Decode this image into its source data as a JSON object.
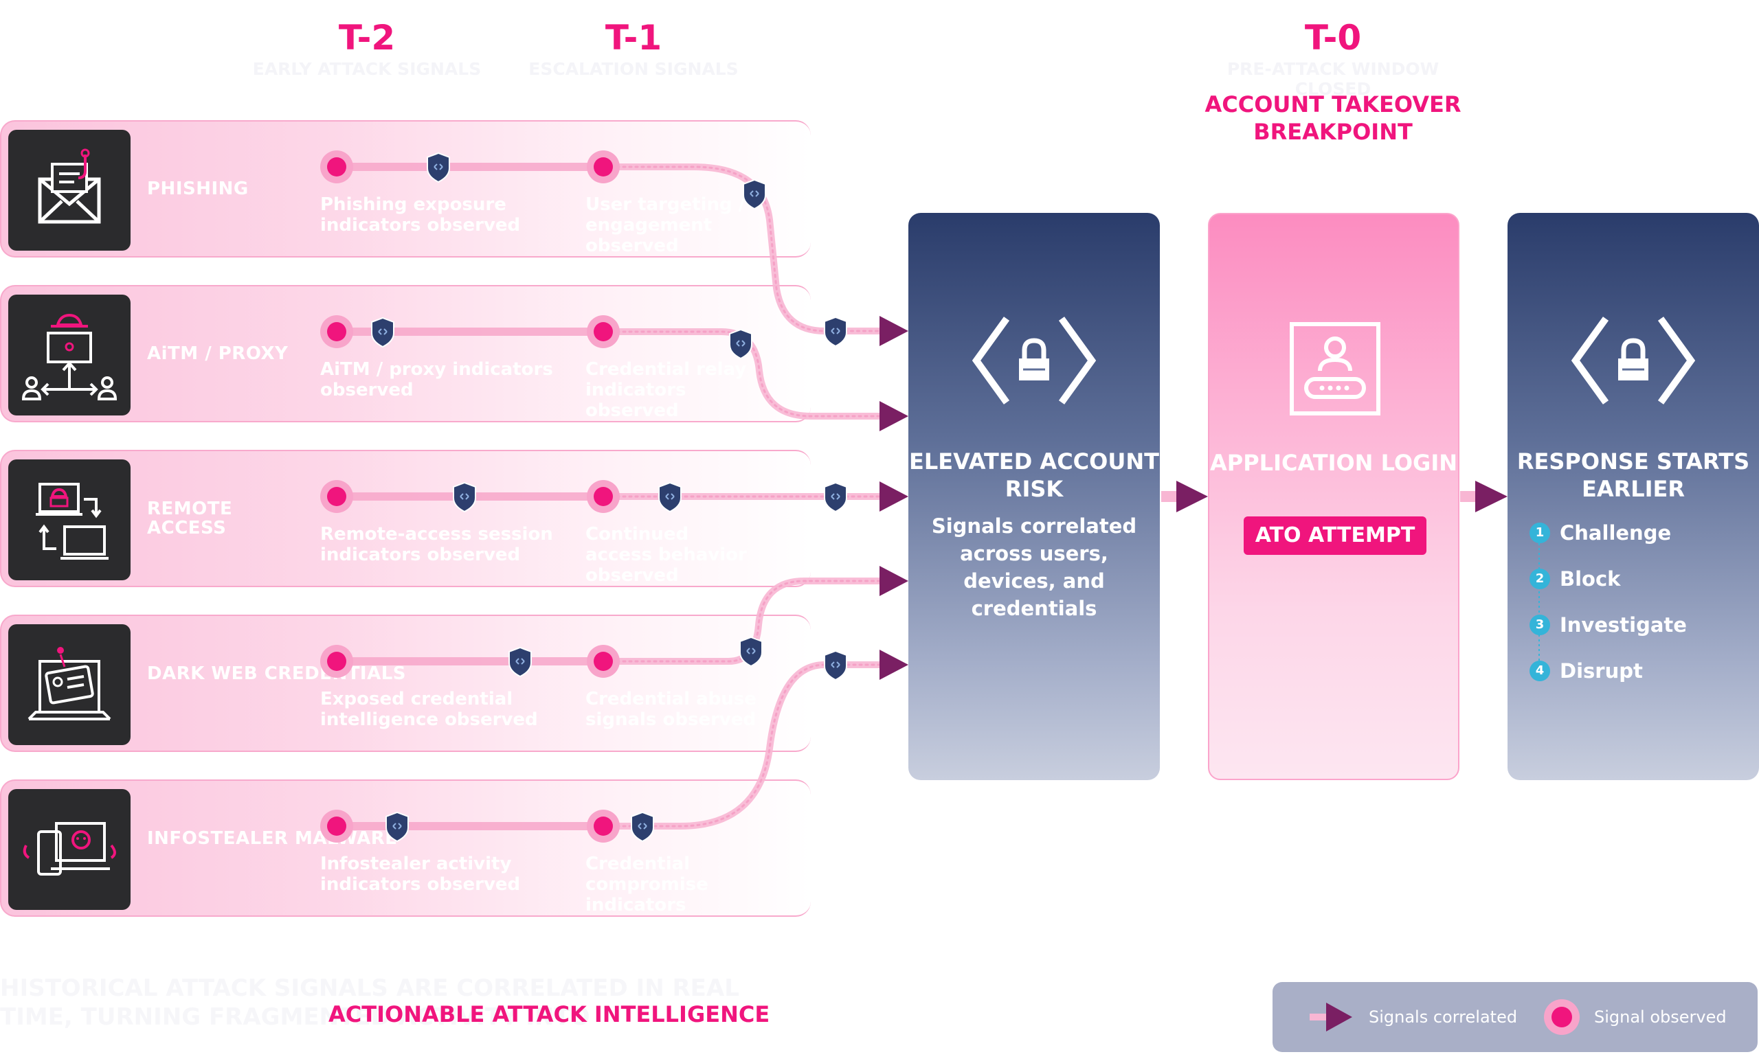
{
  "timeline": {
    "t2": {
      "label": "T-2",
      "sub": "EARLY ATTACK SIGNALS"
    },
    "t1": {
      "label": "T-1",
      "sub": "ESCALATION SIGNALS"
    },
    "t0": {
      "label": "T-0",
      "sub": "PRE-ATTACK WINDOW CLOSED",
      "breakpoint": "ACCOUNT TAKEOVER BREAKPOINT"
    }
  },
  "lanes": [
    {
      "title": "PHISHING",
      "caption_t2": "Phishing exposure indicators observed",
      "caption_t1": "User targeting / engagement observed",
      "icon": "phishing-email-icon"
    },
    {
      "title": "AiTM / PROXY",
      "caption_t2": "AiTM / proxy indicators observed",
      "caption_t1": "Credential relay indicators observed",
      "icon": "aitm-proxy-icon"
    },
    {
      "title": "REMOTE ACCESS",
      "caption_t2": "Remote-access session indicators observed",
      "caption_t1": "Continued access behavior observed",
      "icon": "remote-access-icon"
    },
    {
      "title": "DARK WEB CREDENTIALS",
      "caption_t2": "Exposed credential intelligence observed",
      "caption_t1": "Credential abuse signals observed",
      "icon": "dark-web-credentials-icon"
    },
    {
      "title": "INFOSTEALER MALWARE",
      "caption_t2": "Infostealer activity indicators observed",
      "caption_t1": "Credential compromise indicators observed",
      "icon": "infostealer-malware-icon"
    }
  ],
  "panels": {
    "risk": {
      "title": "ELEVATED ACCOUNT RISK",
      "desc": "Signals correlated across users, devices, and credentials"
    },
    "login": {
      "title": "APPLICATION LOGIN",
      "badge": "ATO ATTEMPT"
    },
    "response": {
      "title": "RESPONSE STARTS EARLIER",
      "steps": [
        {
          "n": "1",
          "label": "Challenge"
        },
        {
          "n": "2",
          "label": "Block"
        },
        {
          "n": "3",
          "label": "Investigate"
        },
        {
          "n": "4",
          "label": "Disrupt"
        }
      ]
    }
  },
  "footer": {
    "faint": "HISTORICAL ATTACK SIGNALS ARE CORRELATED IN REAL TIME, TURNING FRAGMENTED ACTIVITY INTO",
    "strong": "ACTIONABLE ATTACK INTELLIGENCE"
  },
  "legend": {
    "correlated": "Signals correlated",
    "observed": "Signal observed"
  },
  "colors": {
    "pink": "#f0157d",
    "navy": "#2a3c6b",
    "arrow": "#7a1f63",
    "step_badge": "#34b4d9"
  }
}
